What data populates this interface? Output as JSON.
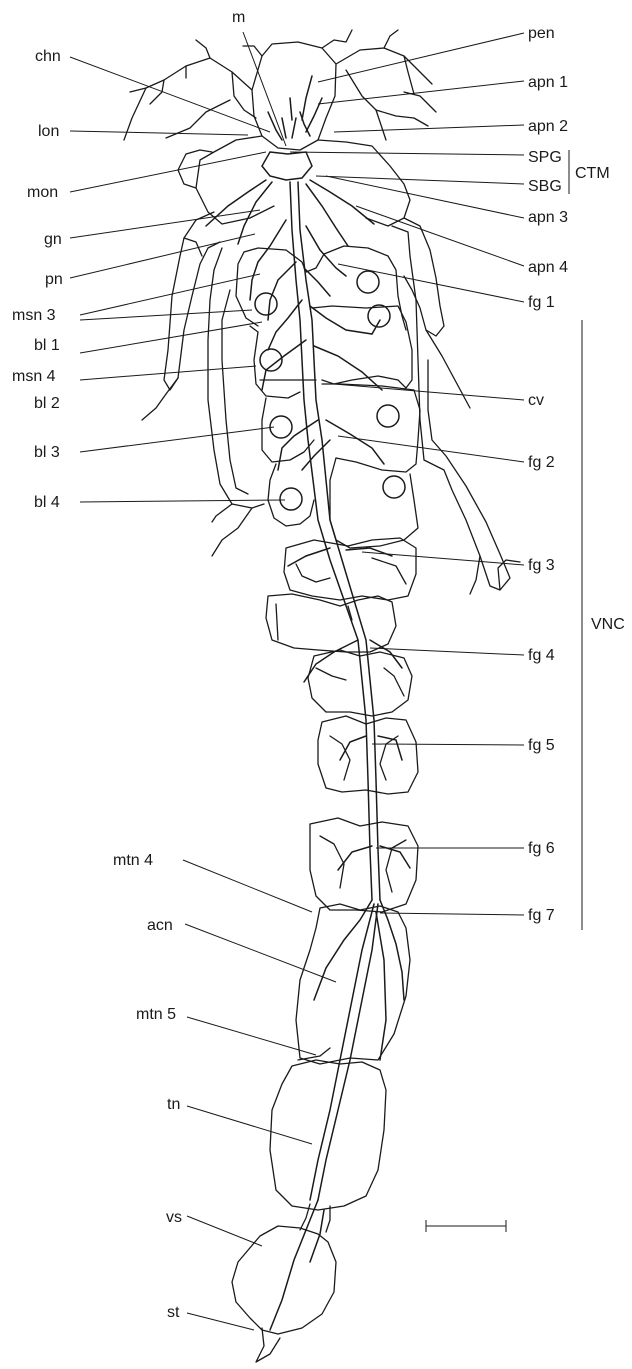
{
  "labels": {
    "m": "m",
    "chn": "chn",
    "lon": "lon",
    "mon": "mon",
    "gn": "gn",
    "pn": "pn",
    "msn3": "msn 3",
    "bl1": "bl 1",
    "msn4": "msn 4",
    "bl2": "bl 2",
    "bl3": "bl 3",
    "bl4": "bl 4",
    "pen": "pen",
    "apn1": "apn 1",
    "apn2": "apn 2",
    "spg": "SPG",
    "sbg": "SBG",
    "ctm": "CTM",
    "apn3": "apn 3",
    "apn4": "apn 4",
    "fg1": "fg 1",
    "cv": "cv",
    "fg2": "fg 2",
    "fg3": "fg 3",
    "fg4": "fg 4",
    "fg5": "fg 5",
    "fg6": "fg 6",
    "fg7": "fg 7",
    "vnc": "VNC",
    "mtn4": "mtn 4",
    "acn": "acn",
    "mtn5": "mtn 5",
    "tn": "tn",
    "vs": "vs",
    "st": "st"
  },
  "colors": {
    "line": "#1a1a1a",
    "background": "#ffffff"
  }
}
